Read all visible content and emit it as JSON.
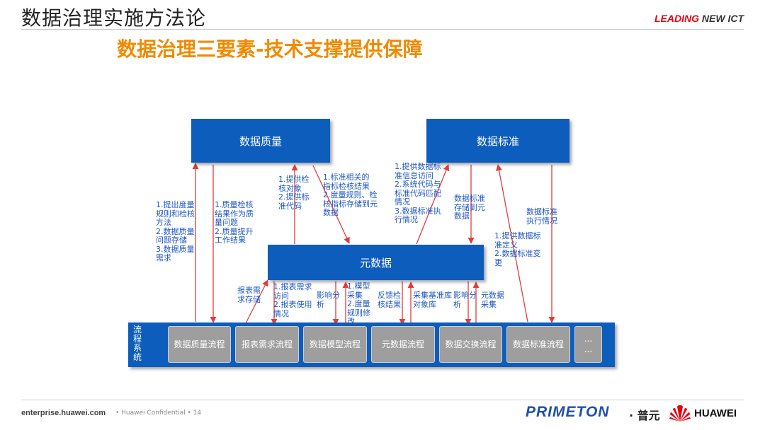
{
  "header": {
    "title": "数据治理实施方法论",
    "tagline_part1": "LEADING",
    "tagline_part2": " NEW ICT"
  },
  "subtitle": "数据治理三要素-技术支撑提供保障",
  "nodes": {
    "data_quality": "数据质量",
    "data_standard": "数据标准",
    "metadata": "元数据"
  },
  "flow": {
    "label": "流程系统",
    "processes": [
      "数据质量流程",
      "报表需求流程",
      "数据模型流程",
      "元数据流程",
      "数据交换流程",
      "数据标准流程",
      "...\n..."
    ]
  },
  "annotations": {
    "q_to_flow": "1.提出度量\n规则和检核\n方法\n2.数据质量\n问题存储\n3.数据质量\n需求",
    "flow_to_q": "1.质量检核\n结果作为质\n量问题\n2.质量提升\n工作结果",
    "m_to_q": "1.提供检\n核对象\n2.提供标\n准代码",
    "q_to_m": "1.标准相关的\n指标检核结果\n2.度量规则、检\n核指标存储到元\n数据",
    "m_to_s": "1.提供数据标\n准信息访问\n2.系统代码与\n标准代码匹配\n情况\n3.数据标准执\n行情况",
    "s_to_m": "数据标准\n存储到元\n数据",
    "s_to_flow": "数据标准\n执行情况",
    "flow_to_s": "1.提供数据标\n准定义\n2.数据标准变\n更",
    "report_store": "报表需\n求存储",
    "report_access": "1.报表需求\n访问\n2.报表使用\n情况",
    "impact1": "影响分\n析",
    "model": "1.模型\n采集\n2.度量\n规则修\n改",
    "feedback": "反馈检\n核结果",
    "collect_lib": "采集基准库\n对象库",
    "impact2": "影响分\n析",
    "meta_collect": "元数据\n采集"
  },
  "footer": {
    "url": "enterprise.huawei.com",
    "confidential": "•  Huawei Confidential  •  14",
    "primeton": "PRIMETON",
    "puyuan": "· 普元",
    "huawei": "HUAWEI"
  },
  "colors": {
    "node_blue": "#0d5dbd",
    "process_gray": "#9e9e9e",
    "arrow_red": "#e23b3b",
    "annotation_blue": "#1f57c3",
    "subtitle_orange": "#f28a00"
  }
}
